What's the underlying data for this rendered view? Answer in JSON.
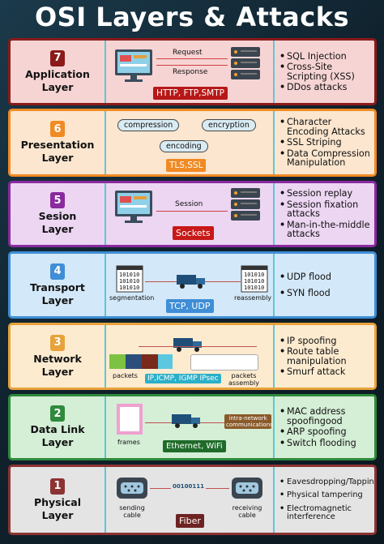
{
  "title": "OSI Layers & Attacks",
  "colors": {
    "application": "#8b1a1a",
    "presentation": "#f08a24",
    "session": "#8a2a9e",
    "transport": "#3f8ed6",
    "network": "#e8a23a",
    "datalink": "#2f8a3c",
    "physical": "#8c3333",
    "divider": "#5bc8d8"
  },
  "layers": [
    {
      "number": "7",
      "name": "Application Layer",
      "protocols": "HTTP, FTP,SMTP",
      "labels": {
        "request": "Request",
        "response": "Response"
      },
      "attacks": [
        "SQL Injection",
        "Cross-Site Scripting (XSS)",
        "DDos attacks"
      ]
    },
    {
      "number": "6",
      "name": "Presentation Layer",
      "protocols": "TLS,SSL",
      "labels": {
        "compression": "compression",
        "encryption": "encryption",
        "encoding": "encoding"
      },
      "attacks": [
        "Character Encoding Attacks",
        "SSL Striping",
        "Data Compression Manipulation"
      ]
    },
    {
      "number": "5",
      "name": "Sesion Layer",
      "protocols": "Sockets",
      "labels": {
        "session": "Session"
      },
      "attacks": [
        "Session replay",
        "Session fixation attacks",
        "Man-in-the-middle attacks"
      ]
    },
    {
      "number": "4",
      "name": "Transport Layer",
      "protocols": "TCP, UDP",
      "labels": {
        "segmentation": "segmentation",
        "reassembly": "reassembly",
        "binary": "101010"
      },
      "attacks": [
        "UDP flood",
        "SYN flood"
      ]
    },
    {
      "number": "3",
      "name": "Network Layer",
      "protocols": "IP,ICMP, IGMP IPsec",
      "labels": {
        "packets": "packets",
        "packets_assembly": "packets assembly"
      },
      "attacks": [
        "IP spoofing",
        "Route table manipulation",
        "Smurf attack"
      ]
    },
    {
      "number": "2",
      "name": "Data Link Layer",
      "protocols": "Ethernet, WiFi",
      "labels": {
        "frames": "frames",
        "intra": "intra-network communications"
      },
      "attacks": [
        "MAC address spoofingood",
        "ARP spoofing",
        "Switch flooding"
      ]
    },
    {
      "number": "1",
      "name": "Physical Layer",
      "protocols": "Fiber",
      "labels": {
        "sending": "sending cable",
        "receiving": "receiving cable",
        "bits": "00100111"
      },
      "attacks": [
        "Eavesdropping/Tapping",
        "Physical tampering",
        "Electromagnetic interference"
      ]
    }
  ]
}
